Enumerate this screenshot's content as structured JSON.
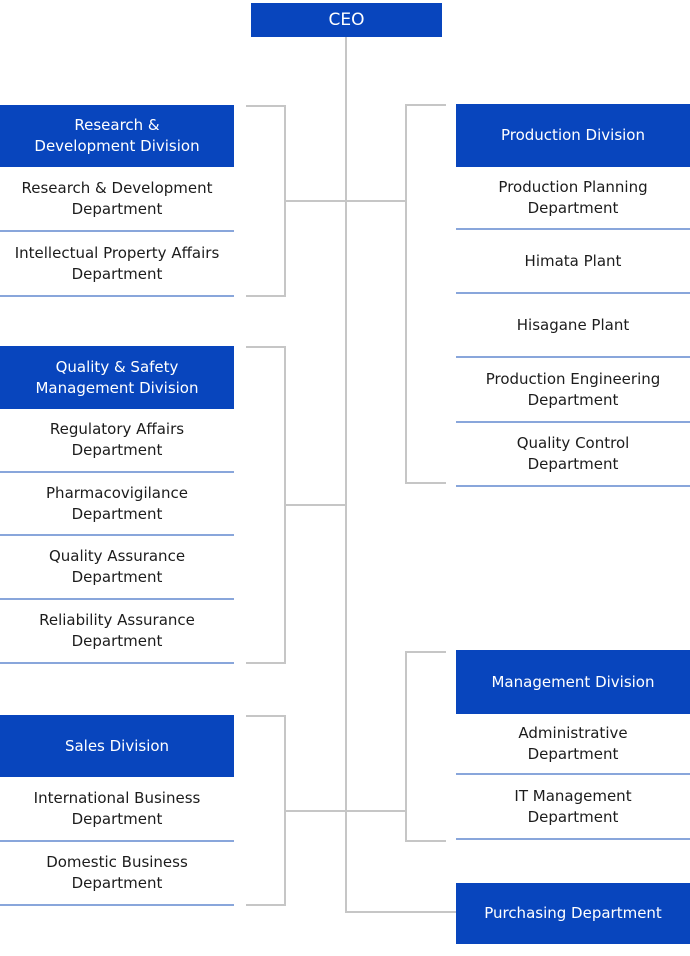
{
  "ceo": {
    "label": "CEO"
  },
  "left_groups": [
    {
      "division": {
        "lines": [
          "Research &",
          "Development Division"
        ]
      },
      "departments": [
        {
          "lines": [
            "Research & Development",
            "Department"
          ]
        },
        {
          "lines": [
            "Intellectual Property Affairs",
            "Department"
          ]
        }
      ]
    },
    {
      "division": {
        "lines": [
          "Quality & Safety",
          "Management Division"
        ]
      },
      "departments": [
        {
          "lines": [
            "Regulatory Affairs",
            "Department"
          ]
        },
        {
          "lines": [
            "Pharmacovigilance",
            "Department"
          ]
        },
        {
          "lines": [
            "Quality Assurance",
            "Department"
          ]
        },
        {
          "lines": [
            "Reliability Assurance",
            "Department"
          ]
        }
      ]
    },
    {
      "division": {
        "lines": [
          "Sales Division"
        ]
      },
      "departments": [
        {
          "lines": [
            "International Business",
            "Department"
          ]
        },
        {
          "lines": [
            "Domestic Business",
            "Department"
          ]
        }
      ]
    }
  ],
  "right_groups": [
    {
      "division": {
        "lines": [
          "Production Division"
        ]
      },
      "departments": [
        {
          "lines": [
            "Production Planning",
            "Department"
          ]
        },
        {
          "lines": [
            "Himata Plant"
          ]
        },
        {
          "lines": [
            "Hisagane Plant"
          ]
        },
        {
          "lines": [
            "Production Engineering",
            "Department"
          ]
        },
        {
          "lines": [
            "Quality Control",
            "Department"
          ]
        }
      ]
    },
    {
      "division": {
        "lines": [
          "Management Division"
        ]
      },
      "departments": [
        {
          "lines": [
            "Administrative",
            "Department"
          ]
        },
        {
          "lines": [
            "IT Management",
            "Department"
          ]
        }
      ]
    },
    {
      "division": {
        "lines": [
          "Purchasing Department"
        ]
      },
      "departments": []
    }
  ],
  "colors": {
    "division_bg": "#0845bd",
    "division_text": "#ffffff",
    "department_text": "#1c1c1c",
    "underline": "#89a6db",
    "connector": "#c6c6c6"
  }
}
